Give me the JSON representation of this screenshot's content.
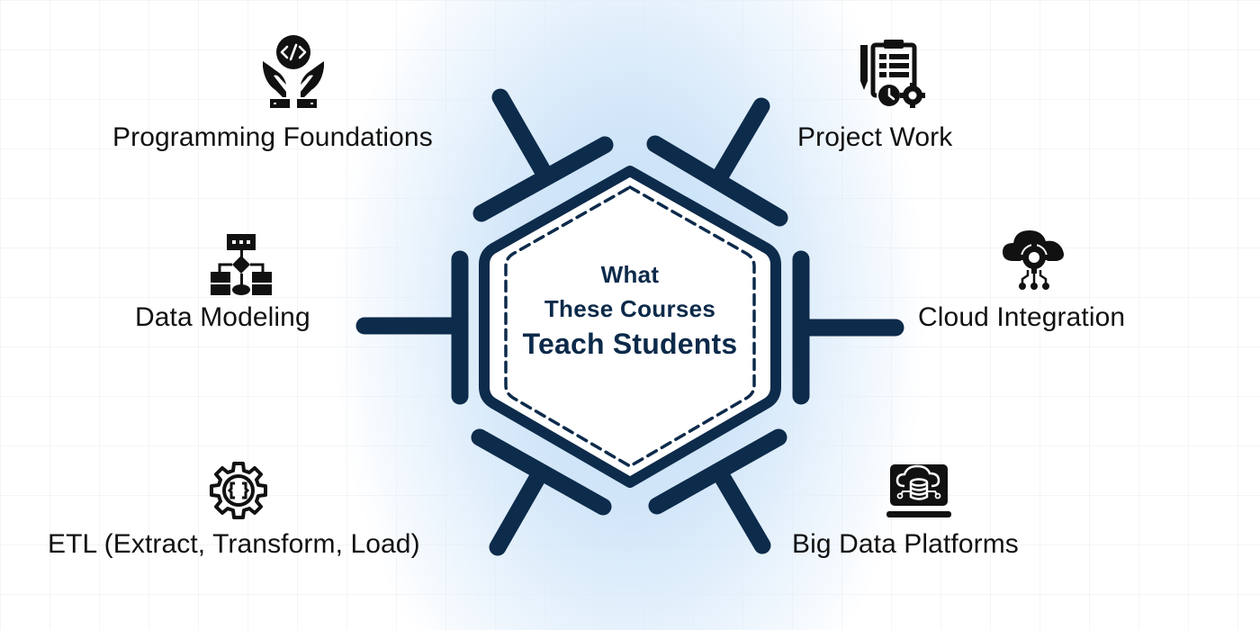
{
  "title": {
    "line1": "What",
    "line2": "These Courses",
    "line3": "Teach Students"
  },
  "colors": {
    "primary_navy": "#0d2b4b",
    "text": "#111111",
    "glow": "#c4def6",
    "background": "#ffffff"
  },
  "topics": [
    {
      "label": "Programming Foundations",
      "icon": "hands-code-icon",
      "position": "top-left"
    },
    {
      "label": "Project Work",
      "icon": "clipboard-clock-gear-icon",
      "position": "top-right"
    },
    {
      "label": "Data Modeling",
      "icon": "flowchart-icon",
      "position": "middle-left"
    },
    {
      "label": "Cloud Integration",
      "icon": "cloud-gear-network-icon",
      "position": "middle-right"
    },
    {
      "label": "ETL (Extract, Transform, Load)",
      "icon": "gear-brackets-icon",
      "position": "bottom-left"
    },
    {
      "label": "Big Data Platforms",
      "icon": "laptop-cloud-database-icon",
      "position": "bottom-right"
    }
  ]
}
